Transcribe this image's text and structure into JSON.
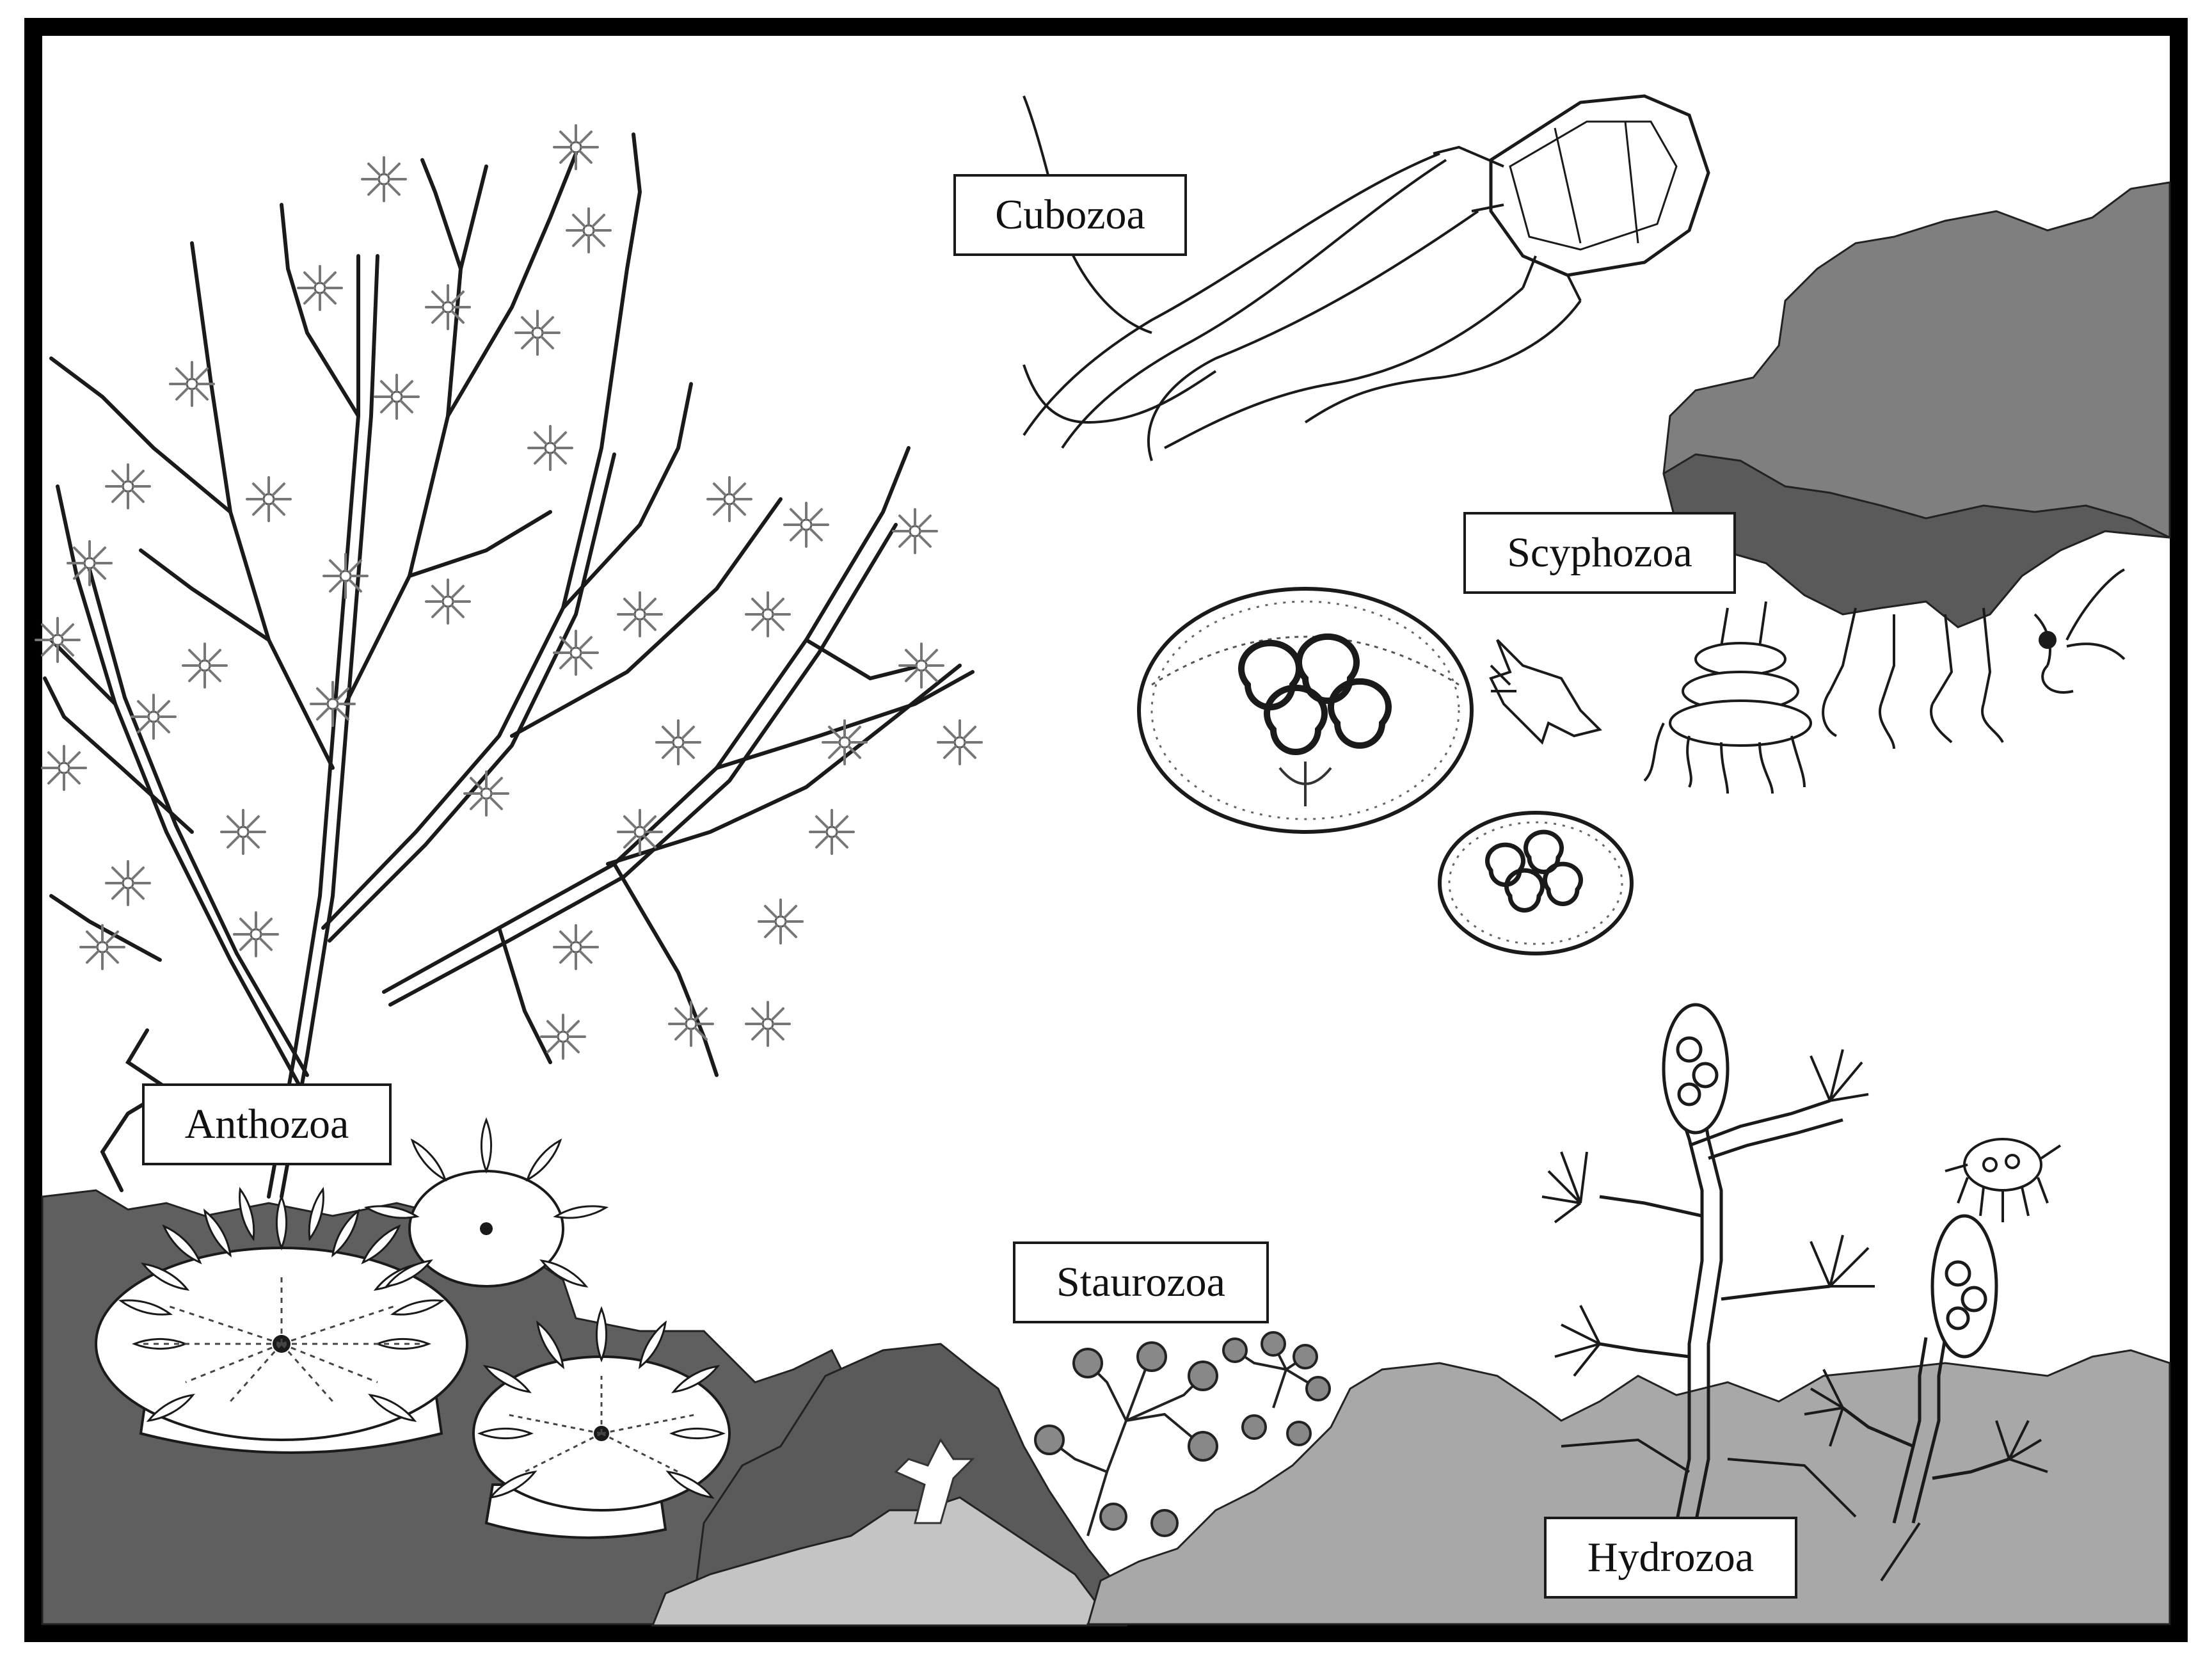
{
  "colors": {
    "frame": "#000000",
    "background": "#ffffff",
    "rock_dark": "#5a5a5a",
    "rock_mid": "#7f7f7f",
    "rock_light": "#a8a8a8",
    "rock_pale": "#c4c4c4",
    "line": "#1a1a1a"
  },
  "labels": {
    "cubozoa": "Cubozoa",
    "scyphozoa": "Scyphozoa",
    "anthozoa": "Anthozoa",
    "staurozoa": "Staurozoa",
    "hydrozoa": "Hydrozoa"
  }
}
